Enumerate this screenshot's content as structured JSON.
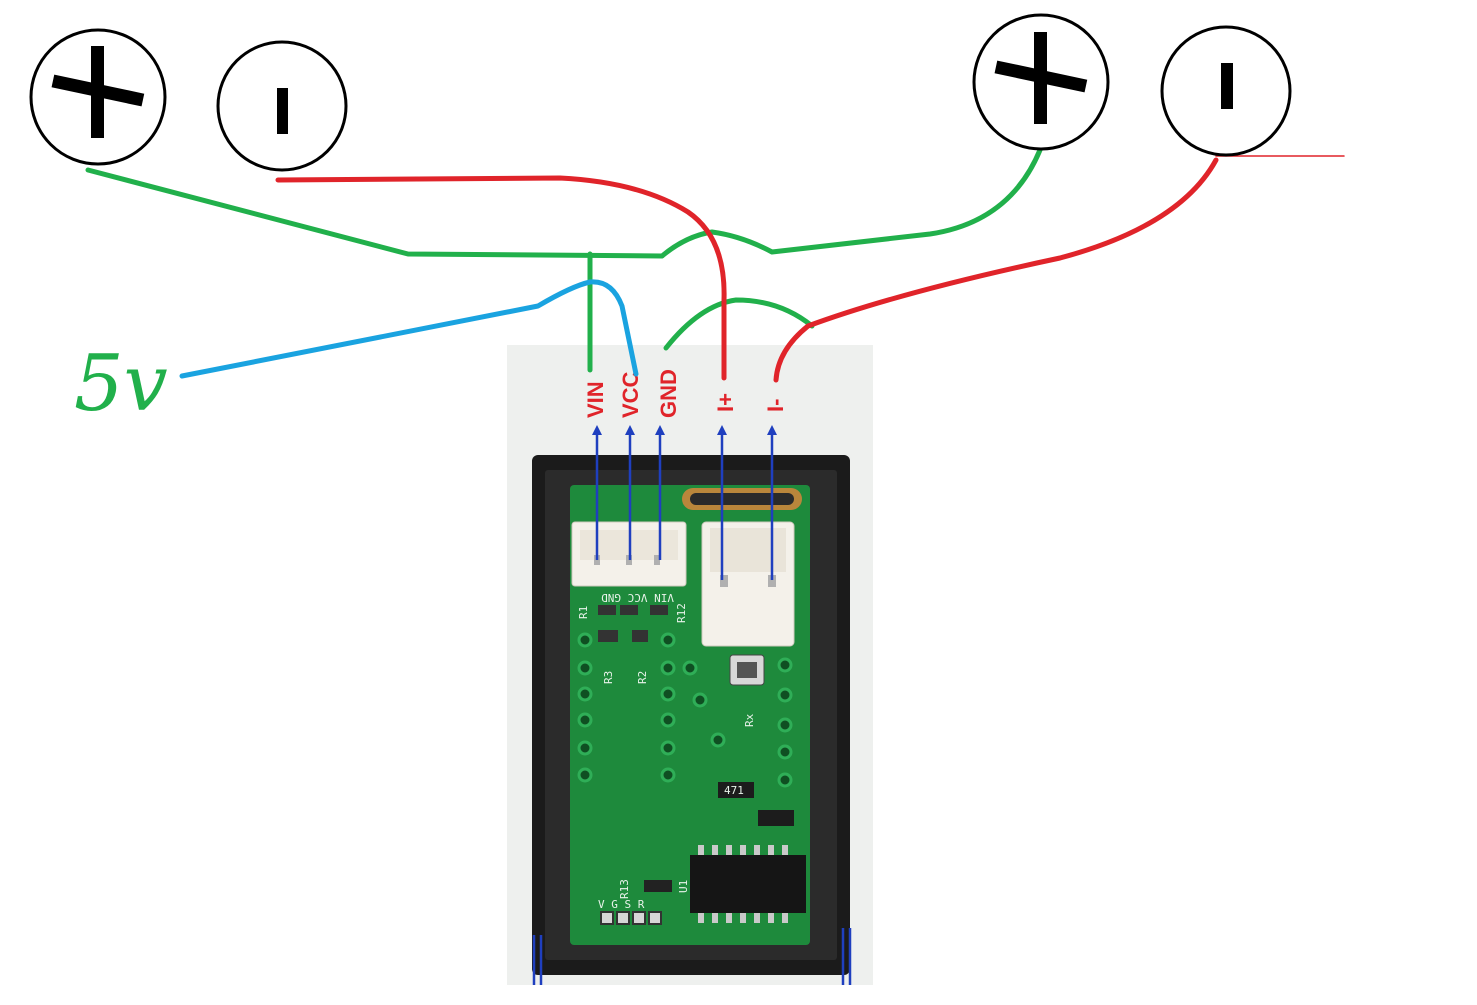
{
  "terminals": [
    {
      "id": "left-positive",
      "symbol": "+"
    },
    {
      "id": "left-negative",
      "symbol": "−"
    },
    {
      "id": "right-positive",
      "symbol": "+"
    },
    {
      "id": "right-negative",
      "symbol": "−"
    }
  ],
  "supply_label": "5v",
  "pin_labels": {
    "vin": "VIN",
    "vcc": "VCC",
    "gnd": "GND",
    "i_plus": "I+",
    "i_minus": "I-"
  },
  "silkscreen": {
    "header_labels": "VIN  VCC  GND",
    "r1": "R1",
    "r2": "R2",
    "r3": "R3",
    "r12": "R12",
    "r13": "R13",
    "rx": "Rx",
    "u1": "U1",
    "chip_code": "471",
    "prog_pins": "V G S R"
  },
  "colors": {
    "green_wire": "#21b04b",
    "red_wire": "#e0242a",
    "blue_wire": "#1aa3e0",
    "arrow": "#1f3fbf",
    "pcb": "#1e8a3c",
    "frame": "#1b1b1b"
  }
}
